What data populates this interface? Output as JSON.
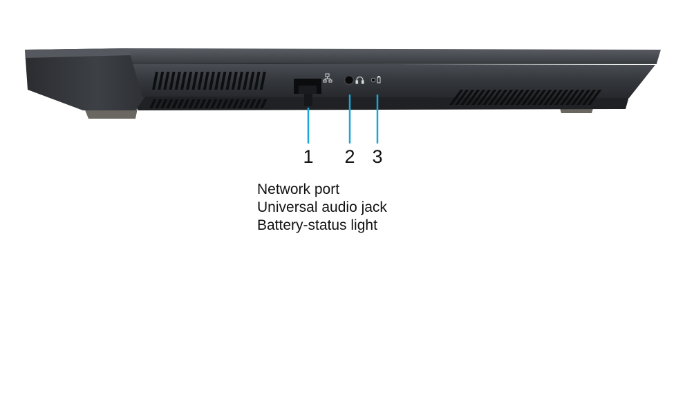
{
  "callouts": [
    {
      "number": "1",
      "label": "Network port"
    },
    {
      "number": "2",
      "label": "Universal audio jack"
    },
    {
      "number": "3",
      "label": "Battery-status light"
    }
  ],
  "colors": {
    "leader_line": "#1aa6d6",
    "chassis": "#2f3237",
    "background": "#ffffff"
  },
  "icons": [
    "network-icon",
    "headset-icon",
    "battery-icon"
  ]
}
